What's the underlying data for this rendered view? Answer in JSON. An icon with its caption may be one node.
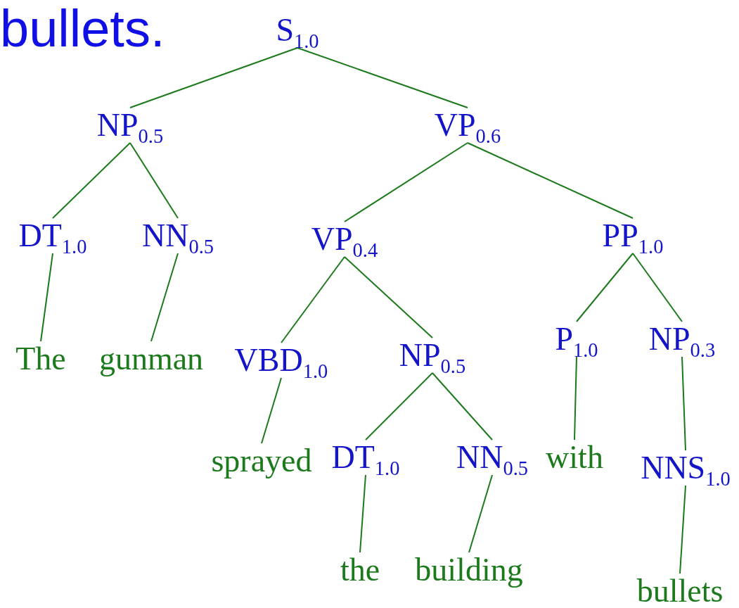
{
  "diagram": {
    "nodes": [
      {
        "text": [
          "S$_{1.0}$"
        ]
      },
      {
        "text": [
          "NP$_{0.5}$"
        ]
      },
      {
        "text": [
          "VP$_{0.6}$"
        ]
      },
      {
        "text": [
          "DT$_{1.0}$"
        ]
      },
      {
        "text": [
          "NN$_{0.5}$"
        ]
      },
      {
        "text": [
          "VP$_{0.4}$"
        ]
      },
      {
        "text": [
          "PP$_{1.0}$"
        ]
      },
      {
        "text": [
          "The"
        ]
      },
      {
        "text": [
          "gunman"
        ]
      },
      {
        "text": [
          "VBD$_{1.0}$"
        ]
      },
      {
        "text": [
          "NP$_{0.5}$"
        ]
      },
      {
        "text": [
          "P$_{1.0}$"
        ]
      },
      {
        "text": [
          "NP$_{0.3}$"
        ]
      },
      {
        "text": [
          "sprayed"
        ]
      },
      {
        "text": [
          "DT$_{1.0}$"
        ]
      },
      {
        "text": [
          "NN$_{0.5}$"
        ]
      },
      {
        "text": [
          "with"
        ]
      },
      {
        "text": [
          "NNS$_{1.0}$"
        ]
      },
      {
        "text": [
          "the"
        ]
      },
      {
        "text": [
          "building"
        ]
      },
      {
        "text": [
          "bullets"
        ]
      }
    ],
    "edges": [
      {
        "from": 0,
        "to": 1,
        "arrow": "none"
      },
      {
        "from": 0,
        "to": 2,
        "arrow": "none"
      },
      {
        "from": 1,
        "to": 3,
        "arrow": "none"
      },
      {
        "from": 1,
        "to": 4,
        "arrow": "none"
      },
      {
        "from": 2,
        "to": 5,
        "arrow": "none"
      },
      {
        "from": 2,
        "to": 6,
        "arrow": "none"
      },
      {
        "from": 3,
        "to": 7,
        "arrow": "none"
      },
      {
        "from": 4,
        "to": 8,
        "arrow": "none"
      },
      {
        "from": 5,
        "to": 9,
        "arrow": "none"
      },
      {
        "from": 5,
        "to": 10,
        "arrow": "none"
      },
      {
        "from": 6,
        "to": 11,
        "arrow": "none"
      },
      {
        "from": 6,
        "to": 12,
        "arrow": "none"
      },
      {
        "from": 9,
        "to": 13,
        "arrow": "none"
      },
      {
        "from": 10,
        "to": 14,
        "arrow": "none"
      },
      {
        "from": 10,
        "to": 15,
        "arrow": "none"
      },
      {
        "from": 11,
        "to": 16,
        "arrow": "none"
      },
      {
        "from": 12,
        "to": 17,
        "arrow": "none"
      },
      {
        "from": 14,
        "to": 18,
        "arrow": "none"
      },
      {
        "from": 15,
        "to": 19,
        "arrow": "none"
      },
      {
        "from": 17,
        "to": 20,
        "arrow": "none"
      }
    ],
    "labels": [
      "bullets."
    ]
  }
}
